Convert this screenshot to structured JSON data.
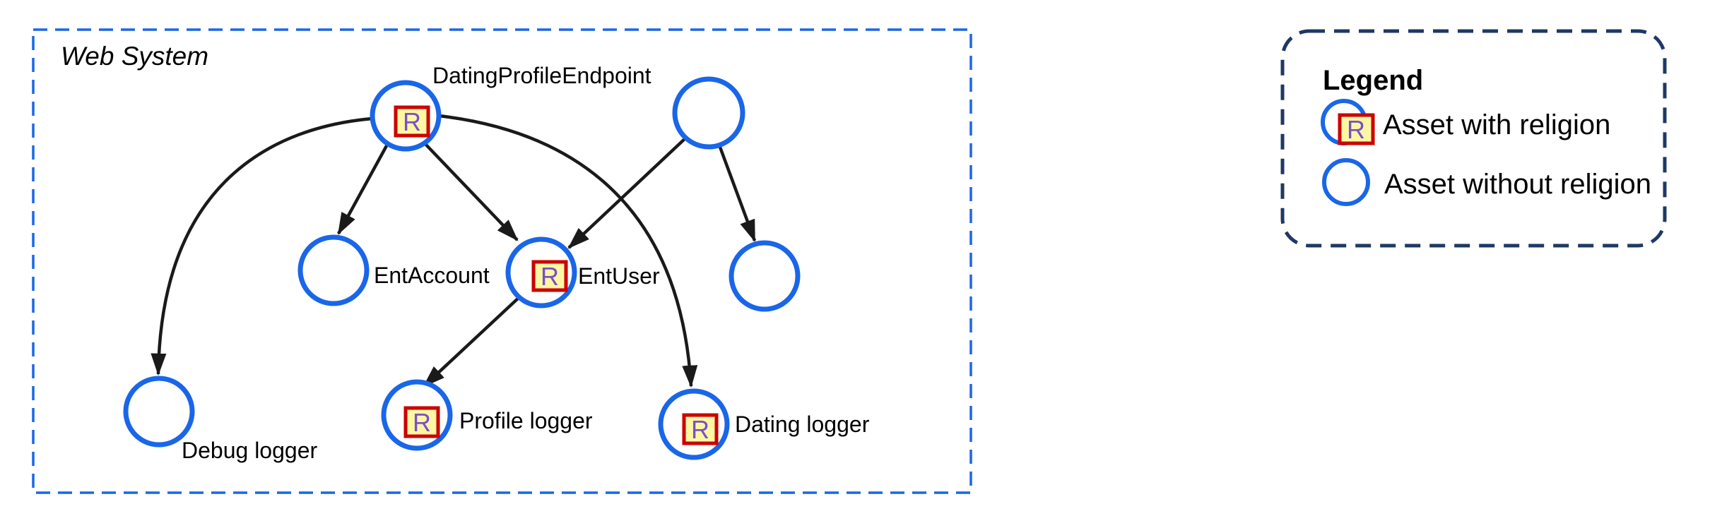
{
  "diagram": {
    "container_label": "Web System",
    "badge_letter": "R",
    "nodes": [
      {
        "id": "dating-profile-endpoint",
        "label": "DatingProfileEndpoint",
        "has_religion": true
      },
      {
        "id": "unnamed-top-right",
        "label": "",
        "has_religion": false
      },
      {
        "id": "ent-account",
        "label": "EntAccount",
        "has_religion": false
      },
      {
        "id": "ent-user",
        "label": "EntUser",
        "has_religion": true
      },
      {
        "id": "unnamed-mid-right",
        "label": "",
        "has_religion": false
      },
      {
        "id": "debug-logger",
        "label": "Debug logger",
        "has_religion": false
      },
      {
        "id": "profile-logger",
        "label": "Profile logger",
        "has_religion": true
      },
      {
        "id": "dating-logger",
        "label": "Dating logger",
        "has_religion": true
      }
    ],
    "edges": [
      {
        "from": "dating-profile-endpoint",
        "to": "ent-account"
      },
      {
        "from": "dating-profile-endpoint",
        "to": "ent-user"
      },
      {
        "from": "dating-profile-endpoint",
        "to": "debug-logger"
      },
      {
        "from": "dating-profile-endpoint",
        "to": "dating-logger"
      },
      {
        "from": "unnamed-top-right",
        "to": "ent-user"
      },
      {
        "from": "unnamed-top-right",
        "to": "unnamed-mid-right"
      },
      {
        "from": "ent-user",
        "to": "profile-logger"
      }
    ]
  },
  "legend": {
    "title": "Legend",
    "items": [
      {
        "label": "Asset with religion",
        "has_religion": true
      },
      {
        "label": "Asset without religion",
        "has_religion": false
      }
    ]
  },
  "colors": {
    "node_stroke": "#1a66e8",
    "system_border": "#1a66e8",
    "legend_border": "#1f3864",
    "badge_fill": "#fdf7a3",
    "badge_border": "#cc0000",
    "badge_letter": "#7a4fc7",
    "edge": "#1a1a1a",
    "text": "#000000"
  }
}
